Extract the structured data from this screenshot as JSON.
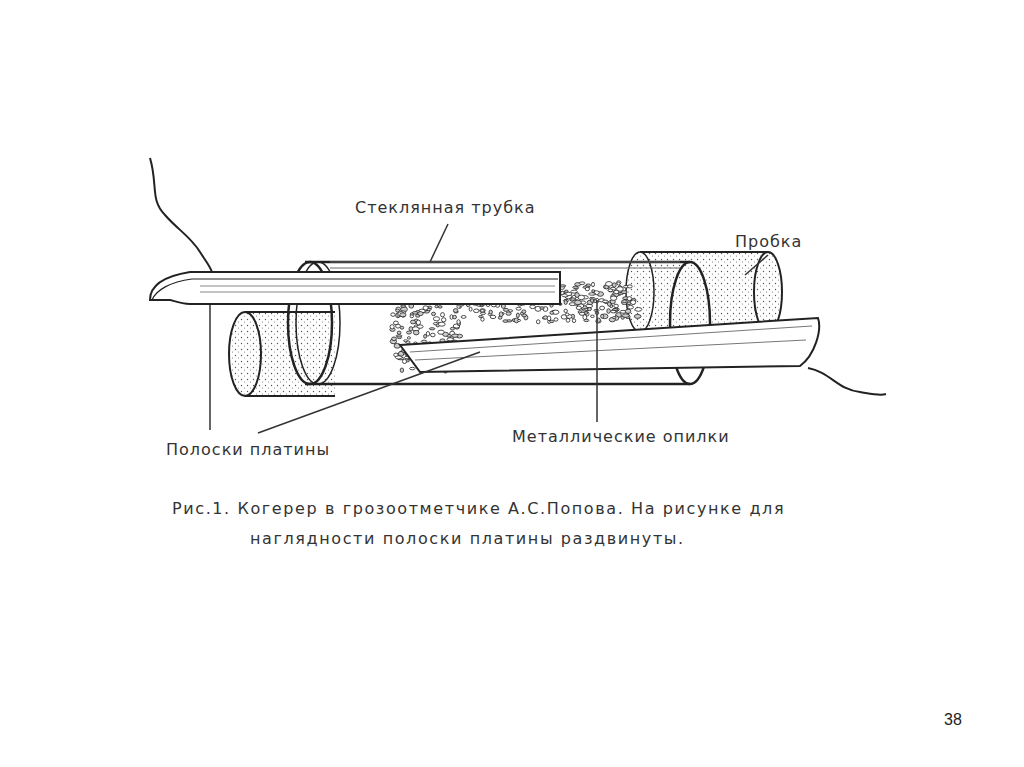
{
  "diagram": {
    "caption": "Рис.1. Когерер в грозоотметчике А.С.Попова. На рисунке для наглядности полоски платины раздвинуты.",
    "labels": [
      "Стеклянная трубка",
      "Пробка",
      "Полоски платины",
      "Металлические опилки",
      "38"
    ]
  }
}
